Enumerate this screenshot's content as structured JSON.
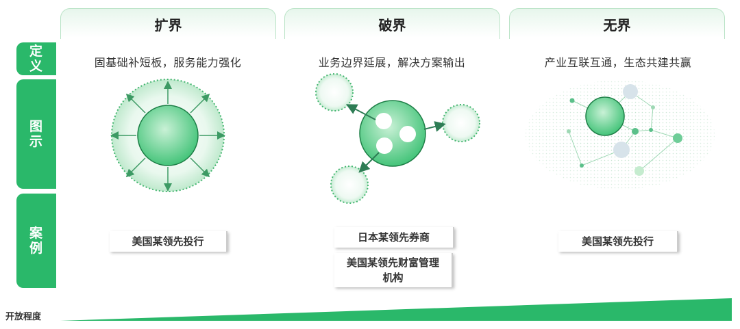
{
  "columns": [
    {
      "title": "扩界",
      "definition": "固基础补短板，服务能力强化",
      "cases": [
        "美国某领先投行"
      ]
    },
    {
      "title": "破界",
      "definition": "业务边界延展，解决方案输出",
      "cases": [
        "日本某领先券商",
        "美国某领先财富管理机构"
      ]
    },
    {
      "title": "无界",
      "definition": "产业互联互通，生态共建共赢",
      "cases": [
        "美国某领先投行"
      ]
    }
  ],
  "rows": {
    "definition_label": "定义",
    "diagram_label": "图示",
    "case_label": "案例"
  },
  "axis": {
    "label": "开放程度"
  },
  "colors": {
    "accent": "#2ab86a",
    "light": "#e7f6ec",
    "dark": "#2e8b57"
  }
}
